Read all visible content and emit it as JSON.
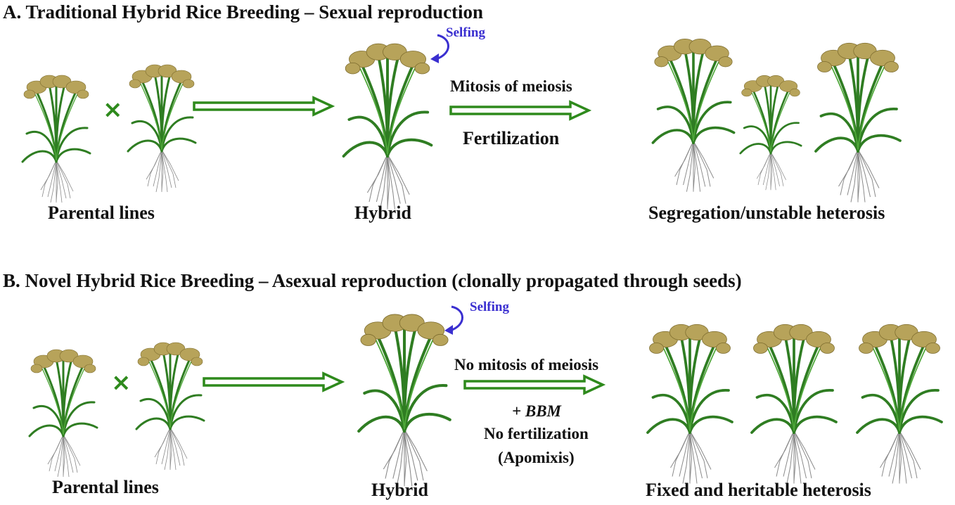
{
  "panel_a": {
    "title": "A. Traditional Hybrid Rice Breeding – Sexual reproduction",
    "cross_symbol": "×",
    "selfing": "Selfing",
    "process_top": "Mitosis of meiosis",
    "process_bottom": "Fertilization",
    "label_parents": "Parental lines",
    "label_hybrid": "Hybrid",
    "label_result": "Segregation/unstable heterosis"
  },
  "panel_b": {
    "title": "B. Novel Hybrid Rice Breeding – Asexual reproduction (clonally propagated through seeds)",
    "cross_symbol": "×",
    "selfing": "Selfing",
    "process_top": "No mitosis of meiosis",
    "process_bbm": "+ BBM",
    "process_fert": "No fertilization",
    "process_apomixis": "(Apomixis)",
    "label_parents": "Parental lines",
    "label_hybrid": "Hybrid",
    "label_result": "Fixed and heritable heterosis"
  },
  "colors": {
    "arrow_green": "#2e8a1c",
    "leaf_green": "#2f7d22",
    "panicle": "#b7a35a",
    "root": "#8a8a8a",
    "selfing_blue": "#3a2fd0"
  },
  "icons": [
    "rice-plant-icon",
    "double-arrow-icon",
    "curved-selfing-arrow-icon"
  ]
}
